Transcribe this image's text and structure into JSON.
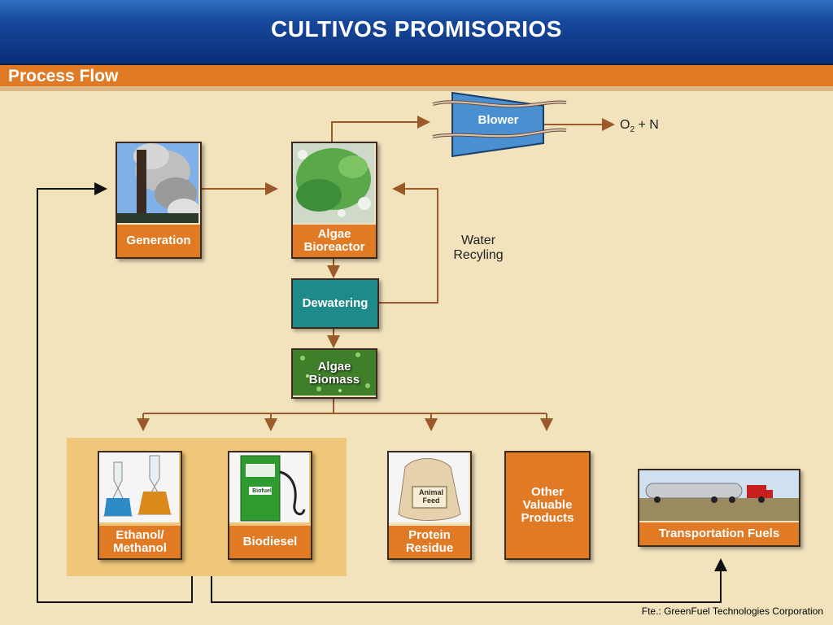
{
  "slide": {
    "title": "CULTIVOS PROMISORIOS",
    "section": "Process Flow",
    "source": "Fte.: GreenFuel Technologies Corporation"
  },
  "nodes": {
    "generation": "Generation",
    "bioreactor_line1": "Algae",
    "bioreactor_line2": "Bioreactor",
    "blower": "Blower",
    "output": "O",
    "output_sub": "2",
    "output_rest": " + N",
    "water_line1": "Water",
    "water_line2": "Recyling",
    "dewatering": "Dewatering",
    "biomass_line1": "Algae",
    "biomass_line2": "Biomass",
    "ethanol_line1": "Ethanol/",
    "ethanol_line2": "Methanol",
    "biodiesel": "Biodiesel",
    "biodiesel_pump_label": "Biofuel",
    "protein_line1": "Protein",
    "protein_line2": "Residue",
    "feed_bag_line1": "Animal",
    "feed_bag_line2": "Feed",
    "other_line1": "Other",
    "other_line2": "Valuable",
    "other_line3": "Products",
    "transport": "Transportation Fuels"
  },
  "colors": {
    "orange": "#e07a24",
    "teal": "#1f8a8a",
    "blower_blue": "#4a8fd0",
    "arrow_brown": "#9a5a2a",
    "panel": "#f0c77a"
  }
}
